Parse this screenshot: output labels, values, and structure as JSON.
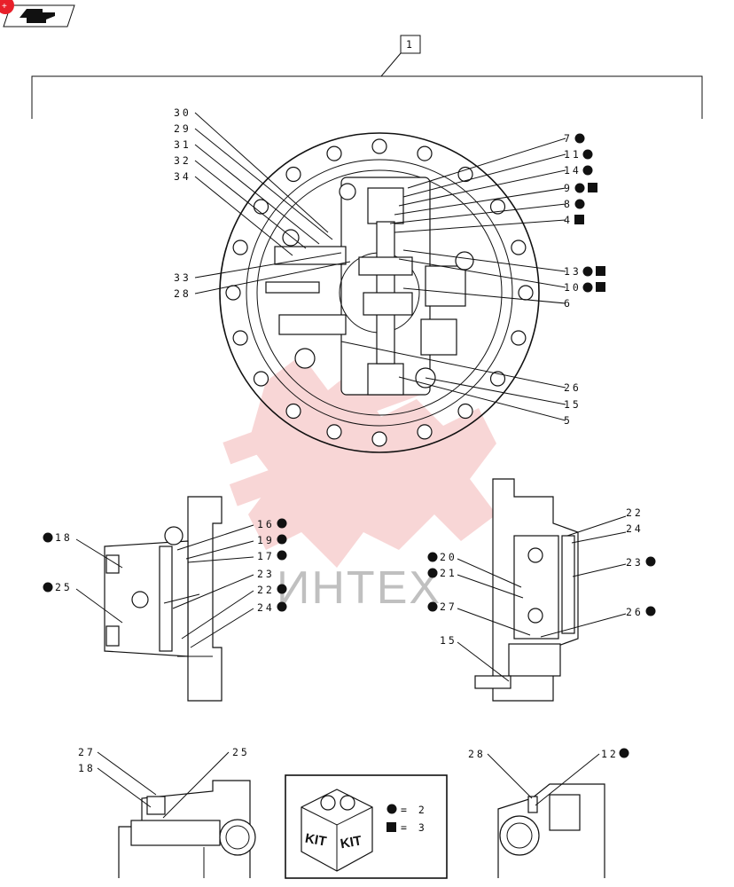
{
  "nav": {
    "back_icon": "back-arrow-icon",
    "badge_color": "#e8202a"
  },
  "assembly": {
    "ref": "1"
  },
  "watermark": {
    "text": "ИНТЕХ",
    "gear_color": "#f3b5b5",
    "text_color": "#c0c0c0"
  },
  "callouts": {
    "c30": "30",
    "c29": "29",
    "c31": "31",
    "c32": "32",
    "c34": "34",
    "c33": "33",
    "c28": "28",
    "c7": "7",
    "c11": "11",
    "c14": "14",
    "c9": "9",
    "c8": "8",
    "c4": "4",
    "c13": "13",
    "c10": "10",
    "c6": "6",
    "c26": "26",
    "c15": "15",
    "c5": "5",
    "l18": "18",
    "l25": "25",
    "l16": "16",
    "l19": "19",
    "l17": "17",
    "l23": "23",
    "l22": "22",
    "l24": "24",
    "r22": "22",
    "r24": "24",
    "r20": "20",
    "r21": "21",
    "r23": "23",
    "r27": "27",
    "r26": "26",
    "r15": "15",
    "b27": "27",
    "b18": "18",
    "b25": "25",
    "b28": "28",
    "b12": "12"
  },
  "kit": {
    "label1": "KIT",
    "label2": "KIT",
    "legend_circle": "= 2",
    "legend_square": "= 3"
  }
}
